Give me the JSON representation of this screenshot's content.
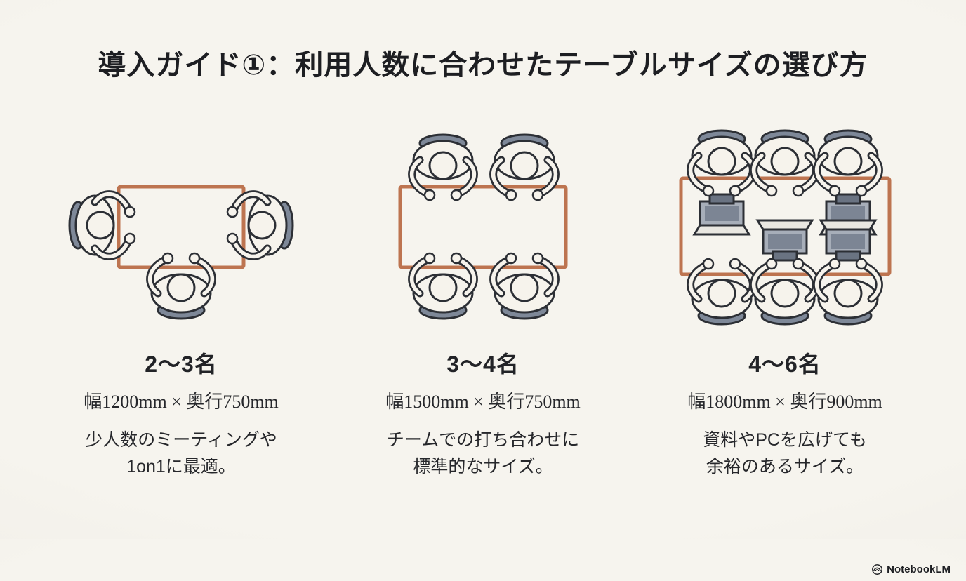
{
  "page": {
    "title": "導入ガイド①：利用人数に合わせたテーブルサイズの選び方",
    "background_color": "#f3f1ea",
    "colors": {
      "table_outline": "#bd7450",
      "chair_fill": "#7e8898",
      "figure_fill": "#f6f3ec",
      "figure_outline": "#2c2f35",
      "laptop_screen": "#7c8594",
      "text": "#26272b"
    },
    "footer_brand": "NotebookLM"
  },
  "columns": [
    {
      "capacity": "2〜3名",
      "dimensions": "幅1200mm × 奥行750mm",
      "description_line1": "少人数のミーティングや",
      "description_line2": "1on1に最適。",
      "people_shown": 3,
      "laptops_shown": 0
    },
    {
      "capacity": "3〜4名",
      "dimensions": "幅1500mm × 奥行750mm",
      "description_line1": "チームでの打ち合わせに",
      "description_line2": "標準的なサイズ。",
      "people_shown": 4,
      "laptops_shown": 0
    },
    {
      "capacity": "4〜6名",
      "dimensions": "幅1800mm × 奥行900mm",
      "description_line1": "資料やPCを広げても",
      "description_line2": "余裕のあるサイズ。",
      "people_shown": 6,
      "laptops_shown": 4
    }
  ]
}
